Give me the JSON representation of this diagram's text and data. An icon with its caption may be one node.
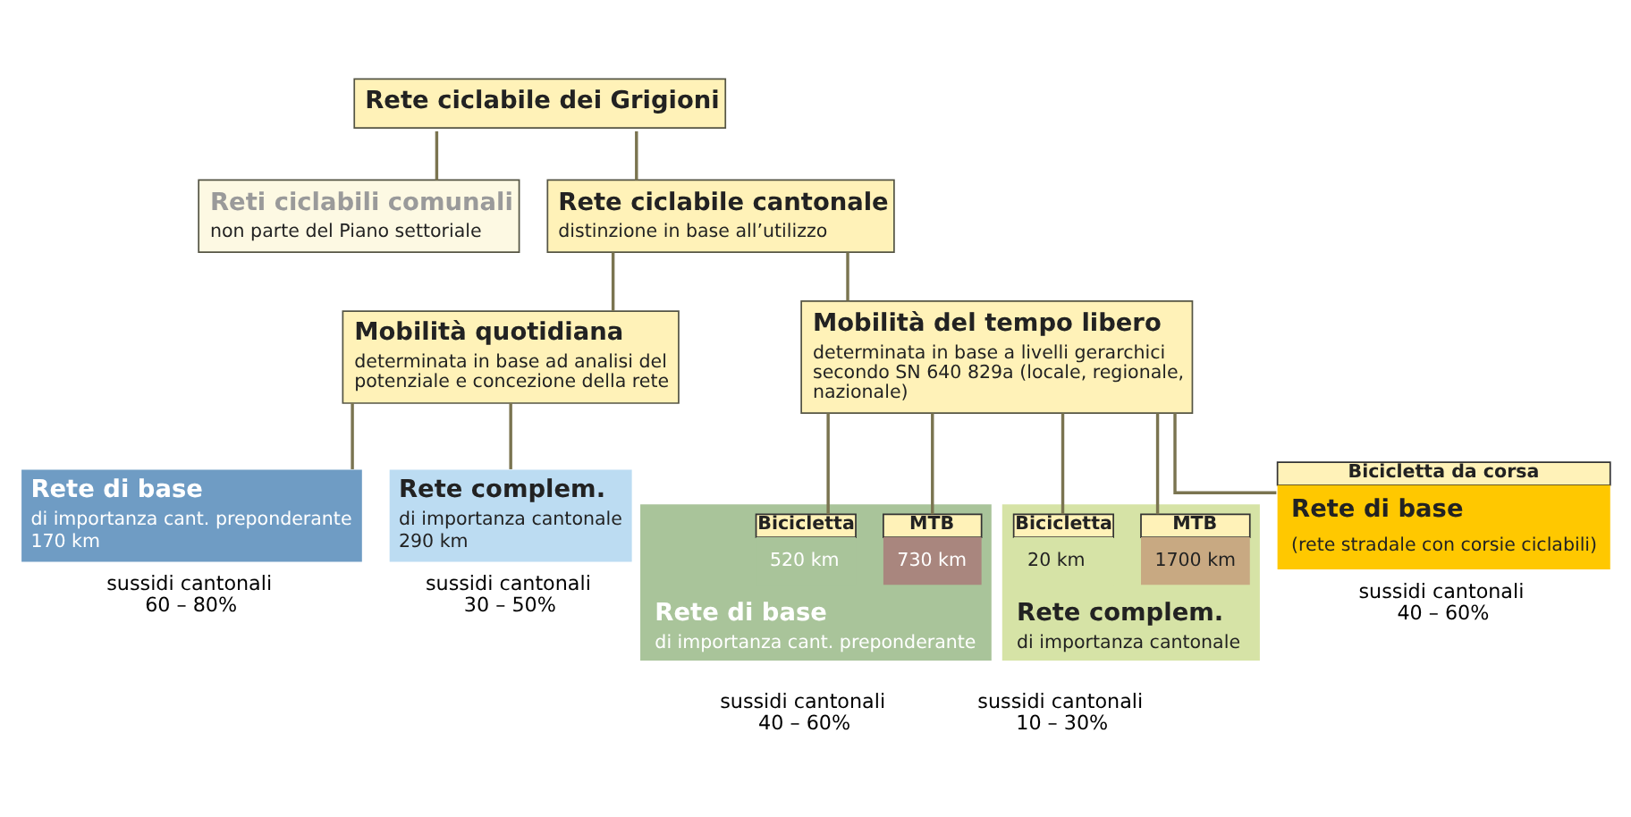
{
  "diagram": {
    "nodes": [
      {
        "text": [
          "Rete ciclabile dei Grigioni"
        ]
      },
      {
        "text": [
          "Reti ciclabili comunali",
          "non parte del Piano settoriale"
        ]
      },
      {
        "text": [
          "Rete ciclabile cantonale",
          "distinzione in base all’utilizzo"
        ]
      },
      {
        "text": [
          "Mobilità quotidiana",
          "determinata in base ad analisi del potenziale e concezione della rete"
        ]
      },
      {
        "text": [
          "Mobilità del tempo libero",
          "determinata in base a livelli gerarchici secondo SN 640 829a (locale, regionale, nazionale)"
        ]
      },
      {
        "text": [
          "Rete di base",
          "di importanza cant. preponderante",
          "170 km"
        ],
        "beside": [
          "sussidi cantonali 60 – 80%"
        ]
      },
      {
        "text": [
          "Rete complem.",
          "di importanza cantonale",
          "290 km"
        ],
        "beside": [
          "sussidi cantonali 30 – 50%"
        ]
      },
      {
        "text": [
          "Rete di base",
          "di importanza cant. preponderante"
        ],
        "beside": [
          "sussidi cantonali 40 – 60%"
        ]
      },
      {
        "text": [
          "Bicicletta",
          "520 km"
        ],
        "in": 7
      },
      {
        "text": [
          "MTB",
          "730 km"
        ],
        "in": 7
      },
      {
        "text": [
          "Rete complem.",
          "di importanza cantonale"
        ],
        "beside": [
          "sussidi cantonali 10 – 30%"
        ]
      },
      {
        "text": [
          "Bicicletta",
          "20 km"
        ],
        "in": 10
      },
      {
        "text": [
          "MTB",
          "1700 km"
        ],
        "in": 10
      },
      {
        "text": [
          "Bicicletta da corsa",
          "Rete di base",
          "(rete stradale con corsie ciclabili)"
        ],
        "beside": [
          "sussidi cantonali 40 – 60%"
        ]
      }
    ],
    "edges": [
      {
        "from": 0,
        "to": 1,
        "arrow": "none"
      },
      {
        "from": 0,
        "to": 2,
        "arrow": "none"
      },
      {
        "from": 2,
        "to": 3,
        "arrow": "none"
      },
      {
        "from": 2,
        "to": 4,
        "arrow": "none"
      },
      {
        "from": 3,
        "to": 5,
        "arrow": "none"
      },
      {
        "from": 3,
        "to": 6,
        "arrow": "none"
      },
      {
        "from": 4,
        "to": 8,
        "arrow": "none"
      },
      {
        "from": 4,
        "to": 9,
        "arrow": "none"
      },
      {
        "from": 4,
        "to": 11,
        "arrow": "none"
      },
      {
        "from": 4,
        "to": 12,
        "arrow": "none"
      },
      {
        "from": 4,
        "to": 13,
        "arrow": "none"
      }
    ]
  }
}
